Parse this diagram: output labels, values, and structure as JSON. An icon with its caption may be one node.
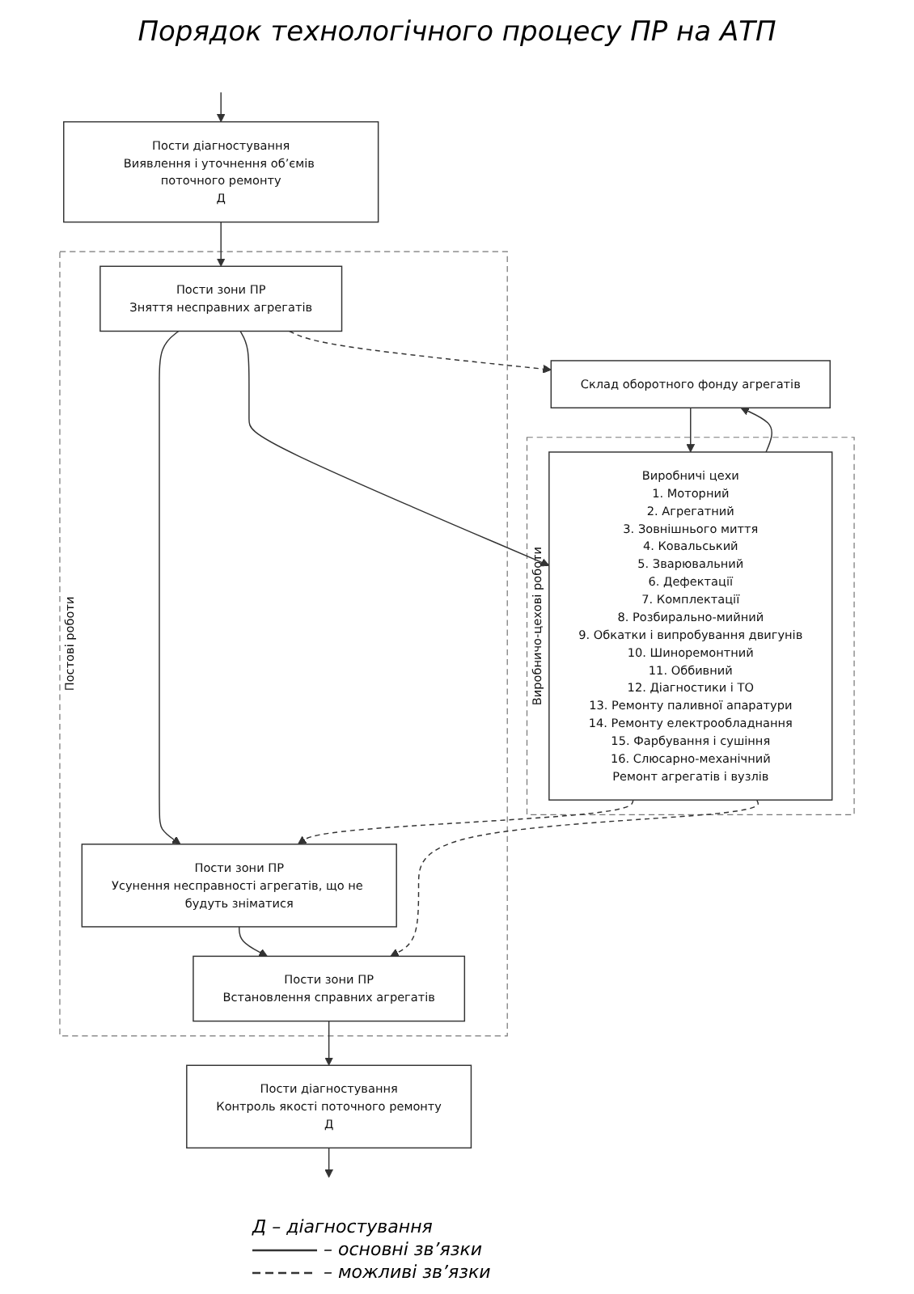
{
  "diagram": {
    "title": "Порядок технологічного процесу ПР на АТП",
    "nodes": [
      {
        "text": [
          "Пости діагностування",
          "Виявлення і уточнення об’ємів поточного ремонту",
          "Д"
        ]
      },
      {
        "text": [
          "Постові роботи"
        ]
      },
      {
        "text": [
          "Пости зони ПР",
          "Зняття несправних агрегатів"
        ],
        "in": 1
      },
      {
        "text": [
          "Пости зони ПР",
          "Усунення несправності агрегатів, що не будуть зніматися"
        ],
        "in": 1
      },
      {
        "text": [
          "Пости зони ПР",
          "Встановлення справних агрегатів"
        ],
        "in": 1
      },
      {
        "text": [
          "Склад оборотного фонду агрегатів"
        ]
      },
      {
        "text": [
          "Виробничо-цехові роботи"
        ]
      },
      {
        "text": [
          "Виробничі цехи",
          "1. Моторний",
          "2. Агрегатний",
          "3. Зовнішнього миття",
          "4. Ковальський",
          "5. Зварювальний",
          "6. Дефектації",
          "7. Комплектації",
          "8. Розбирально-мийний",
          "9. Обкатки і випробування двигунів",
          "10. Шиноремонтний",
          "11. Оббивний",
          "12. Діагностики і ТО",
          "13. Ремонту паливної апаратури",
          "14. Ремонту електрообладнання",
          "15. Фарбування і сушіння",
          "16. Слюсарно-механічний",
          "Ремонт агрегатів і вузлів"
        ],
        "in": 6
      },
      {
        "text": [
          "Пости діагностування",
          "Контроль якості поточного ремонту",
          "Д"
        ]
      }
    ],
    "edges": [
      {
        "from": null,
        "to": 0,
        "arrow": "to"
      },
      {
        "from": 0,
        "to": 2,
        "arrow": "to"
      },
      {
        "from": 2,
        "to": 3,
        "arrow": "to"
      },
      {
        "from": 3,
        "to": 4,
        "arrow": "to"
      },
      {
        "from": 4,
        "to": 8,
        "arrow": "to"
      },
      {
        "from": 8,
        "to": null,
        "arrow": "to"
      },
      {
        "from": 2,
        "to": 5,
        "arrow": "to",
        "style": "dashed"
      },
      {
        "from": 5,
        "to": 7,
        "arrow": "to"
      },
      {
        "from": 7,
        "to": 5,
        "arrow": "to"
      },
      {
        "from": 2,
        "to": 7,
        "arrow": "to"
      },
      {
        "from": 7,
        "to": 3,
        "arrow": "to",
        "style": "dashed"
      },
      {
        "from": 7,
        "to": 4,
        "arrow": "to",
        "style": "dashed"
      }
    ],
    "labels": [
      "Д – діагностування"
    ],
    "legend": [
      {
        "text": "– основні зв’язки"
      },
      {
        "text": "– можливі зв’язки"
      }
    ]
  }
}
